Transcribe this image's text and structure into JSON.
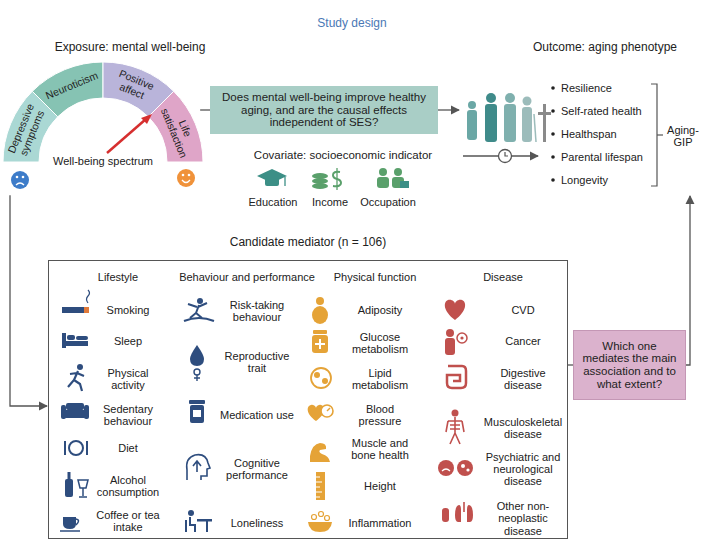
{
  "diagram": {
    "title": "Study design",
    "nodes": [
      {
        "text": [
          "Depressive symptoms"
        ]
      },
      {
        "text": [
          "Neuroticism"
        ]
      },
      {
        "text": [
          "Positive affect"
        ]
      },
      {
        "text": [
          "Life satisfaction"
        ]
      },
      {
        "text": [
          "Does mental well-being improve healthy aging, and are the causal effects independent of SES?"
        ]
      },
      {
        "text": [
          "Candidate mediator (n = 106)"
        ]
      },
      {
        "text": [
          "Which one mediates the main association and to what extent?"
        ]
      }
    ],
    "edges": [
      {
        "from": 0,
        "to": 5,
        "arrow": "to"
      },
      {
        "from": 3,
        "to": 4,
        "arrow": "none"
      },
      {
        "from": 5,
        "to": 6,
        "arrow": "none"
      }
    ],
    "labels": [
      "Exposure: mental well-being",
      "Outcome: aging phenotype",
      "Well-being spectrum",
      "Covariate: socioeconomic indicator",
      "Education",
      "Income",
      "Occupation",
      "Resilience",
      "Self-rated health",
      "Healthspan",
      "Parental lifespan",
      "Longevity",
      "Aging-GIP",
      "Lifestyle",
      "Behaviour and performance",
      "Physical function",
      "Disease",
      "Smoking",
      "Sleep",
      "Physical activity",
      "Sedentary behaviour",
      "Diet",
      "Alcohol consumption",
      "Coffee or tea intake",
      "Risk-taking behaviour",
      "Reproductive trait",
      "Medication use",
      "Cognitive performance",
      "Loneliness",
      "Adiposity",
      "Glucose metabolism",
      "Lipid metabolism",
      "Blood pressure",
      "Muscle and bone health",
      "Height",
      "Inflammation",
      "CVD",
      "Cancer",
      "Digestive disease",
      "Musculoskeletal disease",
      "Psychiatric and neurological disease",
      "Other non-neoplastic disease"
    ]
  }
}
